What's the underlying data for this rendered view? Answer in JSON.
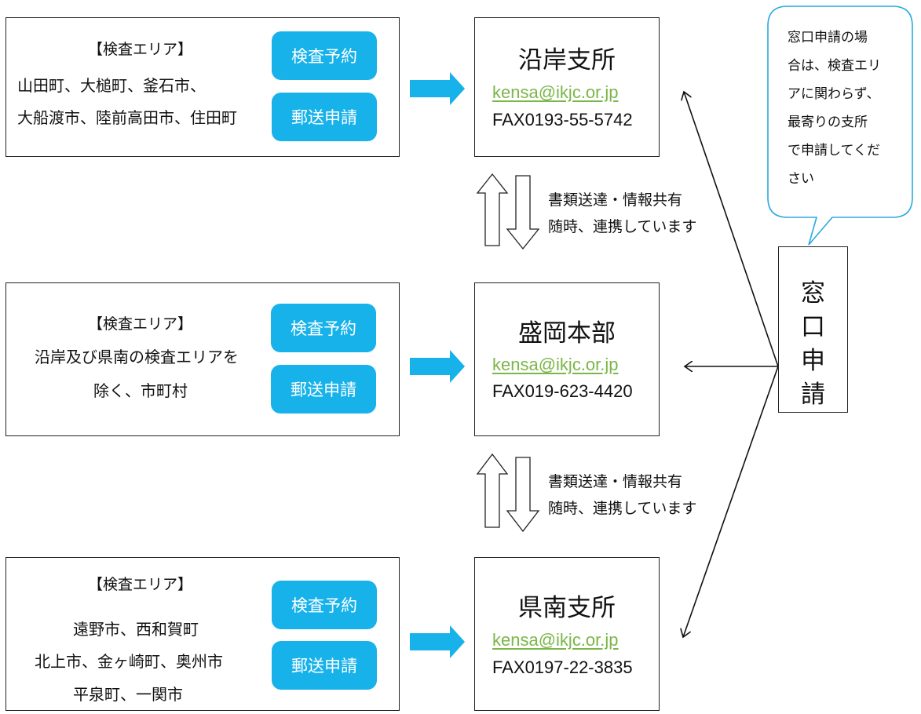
{
  "areas": [
    {
      "title": "【検査エリア】",
      "lines": [
        "山田町、大槌町、釜石市、",
        "大船渡市、陸前高田市、住田町"
      ],
      "buttons": [
        "検査予約",
        "郵送申請"
      ]
    },
    {
      "title": "【検査エリア】",
      "lines": [
        "沿岸及び県南の検査エリアを",
        "除く、市町村"
      ],
      "buttons": [
        "検査予約",
        "郵送申請"
      ]
    },
    {
      "title": "【検査エリア】",
      "lines": [
        "遠野市、西和賀町",
        "北上市、金ヶ崎町、奥州市",
        "平泉町、一関市"
      ],
      "buttons": [
        "検査予約",
        "郵送申請"
      ]
    }
  ],
  "offices": [
    {
      "name": "沿岸支所",
      "email": "kensa@ikjc.or.jp",
      "fax": "FAX0193-55-5742"
    },
    {
      "name": "盛岡本部",
      "email": "kensa@ikjc.or.jp",
      "fax": "FAX019-623-4420"
    },
    {
      "name": "県南支所",
      "email": "kensa@ikjc.or.jp",
      "fax": "FAX0197-22-3835"
    }
  ],
  "liaison_notes": [
    {
      "line1": "書類送達・情報共有",
      "line2": "随時、連携しています"
    },
    {
      "line1": "書類送達・情報共有",
      "line2": "随時、連携しています"
    }
  ],
  "madoguchi": {
    "label_chars": [
      "窓",
      "口",
      "申",
      "請"
    ],
    "callout_lines": [
      "窓口申請の場",
      "合は、検査エリ",
      "アに関わらず、",
      "最寄りの支所",
      "で申請してくだ",
      "さい"
    ]
  },
  "colors": {
    "button_fill": "#18b2ea",
    "arrow_fill": "#18b2ea",
    "email_text": "#7ab648",
    "callout_border": "#29a9e0"
  },
  "icons": [
    "right-arrow-icon",
    "up-arrow-outline-icon",
    "down-arrow-outline-icon",
    "line-arrow-icon"
  ]
}
